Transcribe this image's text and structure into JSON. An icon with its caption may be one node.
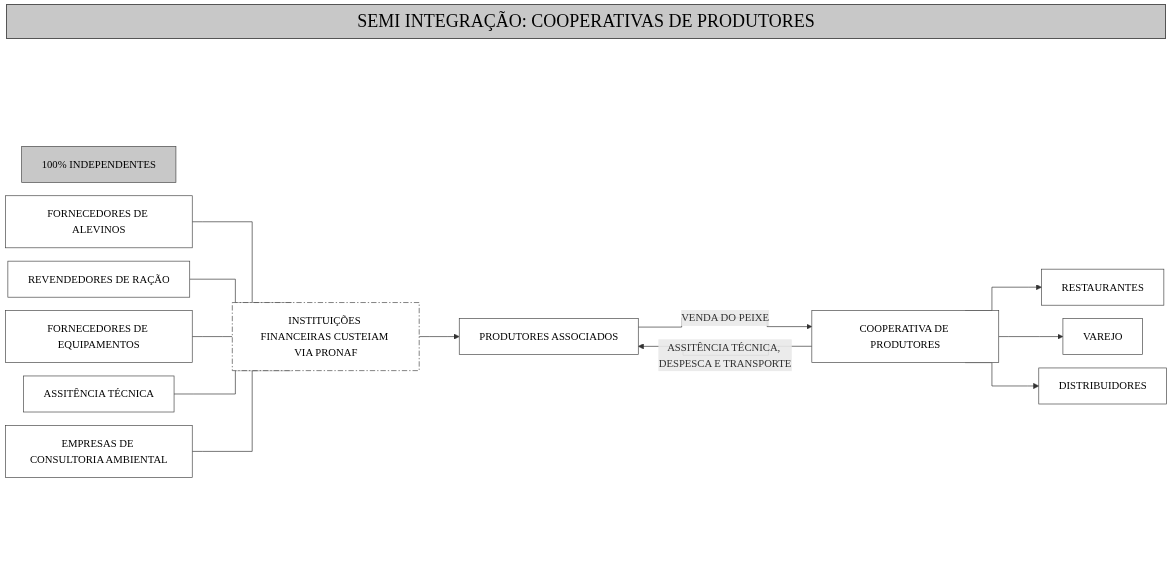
{
  "diagram": {
    "title": "SEMI INTEGRAÇÃO: COOPERATIVAS DE PRODUTORES",
    "nodes": [
      {
        "text": [
          "100% INDEPENDENTES"
        ]
      },
      {
        "text": [
          "FORNECEDORES DE ALEVINOS"
        ]
      },
      {
        "text": [
          "REVENDEDORES DE RAÇÃO"
        ]
      },
      {
        "text": [
          "FORNECEDORES DE EQUIPAMENTOS"
        ]
      },
      {
        "text": [
          "ASSITÊNCIA TÉCNICA"
        ]
      },
      {
        "text": [
          "EMPRESAS DE CONSULTORIA AMBIENTAL"
        ]
      },
      {
        "text": [
          "INSTITUIÇÕES FINANCEIRAS CUSTEIAM VIA PRONAF"
        ]
      },
      {
        "text": [
          "PRODUTORES ASSOCIADOS"
        ]
      },
      {
        "text": [
          "COOPERATIVA DE PRODUTORES"
        ]
      },
      {
        "text": [
          "RESTAURANTES"
        ]
      },
      {
        "text": [
          "VAREJO"
        ]
      },
      {
        "text": [
          "DISTRIBUIDORES"
        ]
      }
    ],
    "edges": [
      {
        "from": 1,
        "to": 6,
        "arrow": "none"
      },
      {
        "from": 2,
        "to": 6,
        "arrow": "none"
      },
      {
        "from": 3,
        "to": 6,
        "arrow": "none"
      },
      {
        "from": 4,
        "to": 6,
        "arrow": "none"
      },
      {
        "from": 5,
        "to": 6,
        "arrow": "none"
      },
      {
        "from": 6,
        "to": 7,
        "arrow": "to"
      },
      {
        "from": 7,
        "to": 8,
        "arrow": "to",
        "label": "VENDA DO PEIXE"
      },
      {
        "from": 8,
        "to": 7,
        "arrow": "to",
        "label": "ASSITÊNCIA TÉCNICA, DESPESCA E TRANSPORTE"
      },
      {
        "from": 8,
        "to": 9,
        "arrow": "to"
      },
      {
        "from": 8,
        "to": 10,
        "arrow": "to"
      },
      {
        "from": 8,
        "to": 11,
        "arrow": "to"
      }
    ]
  }
}
